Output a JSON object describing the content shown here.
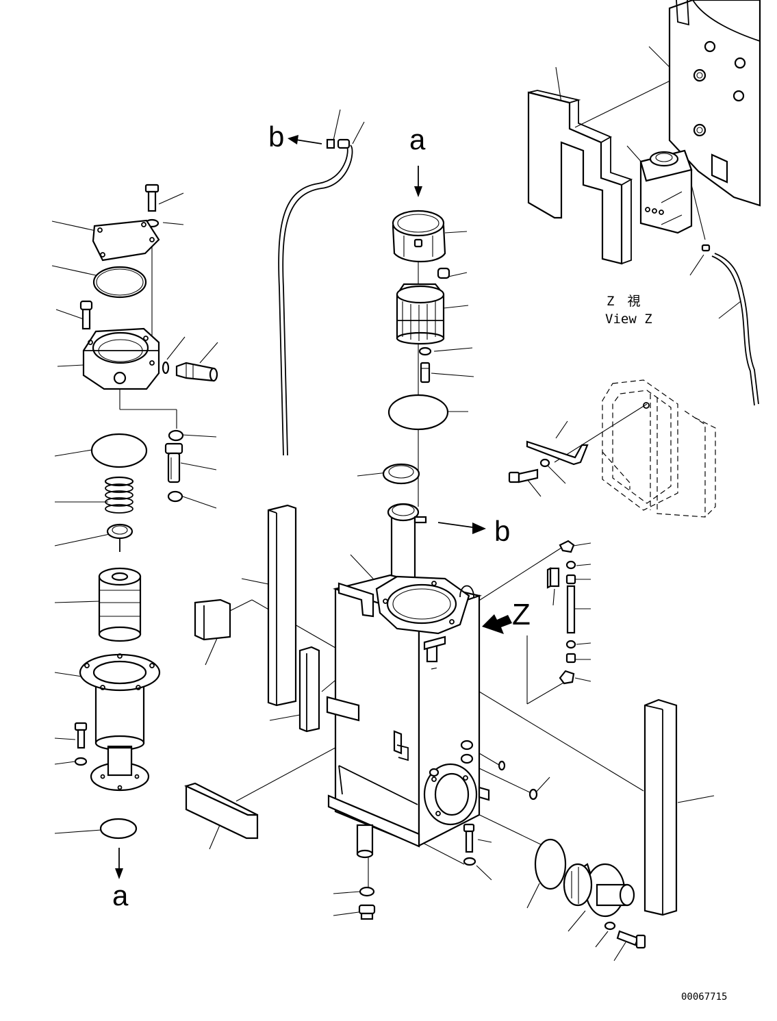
{
  "labels": {
    "ref_a_top": "a",
    "ref_a_bottom": "a",
    "ref_b_left": "b",
    "ref_b_right": "b",
    "view_marker": "Z",
    "view_caption_jp": "Z　視",
    "view_caption_en": "View Z",
    "drawing_number": "00067715"
  },
  "colors": {
    "line": "#000000",
    "background": "#ffffff"
  }
}
